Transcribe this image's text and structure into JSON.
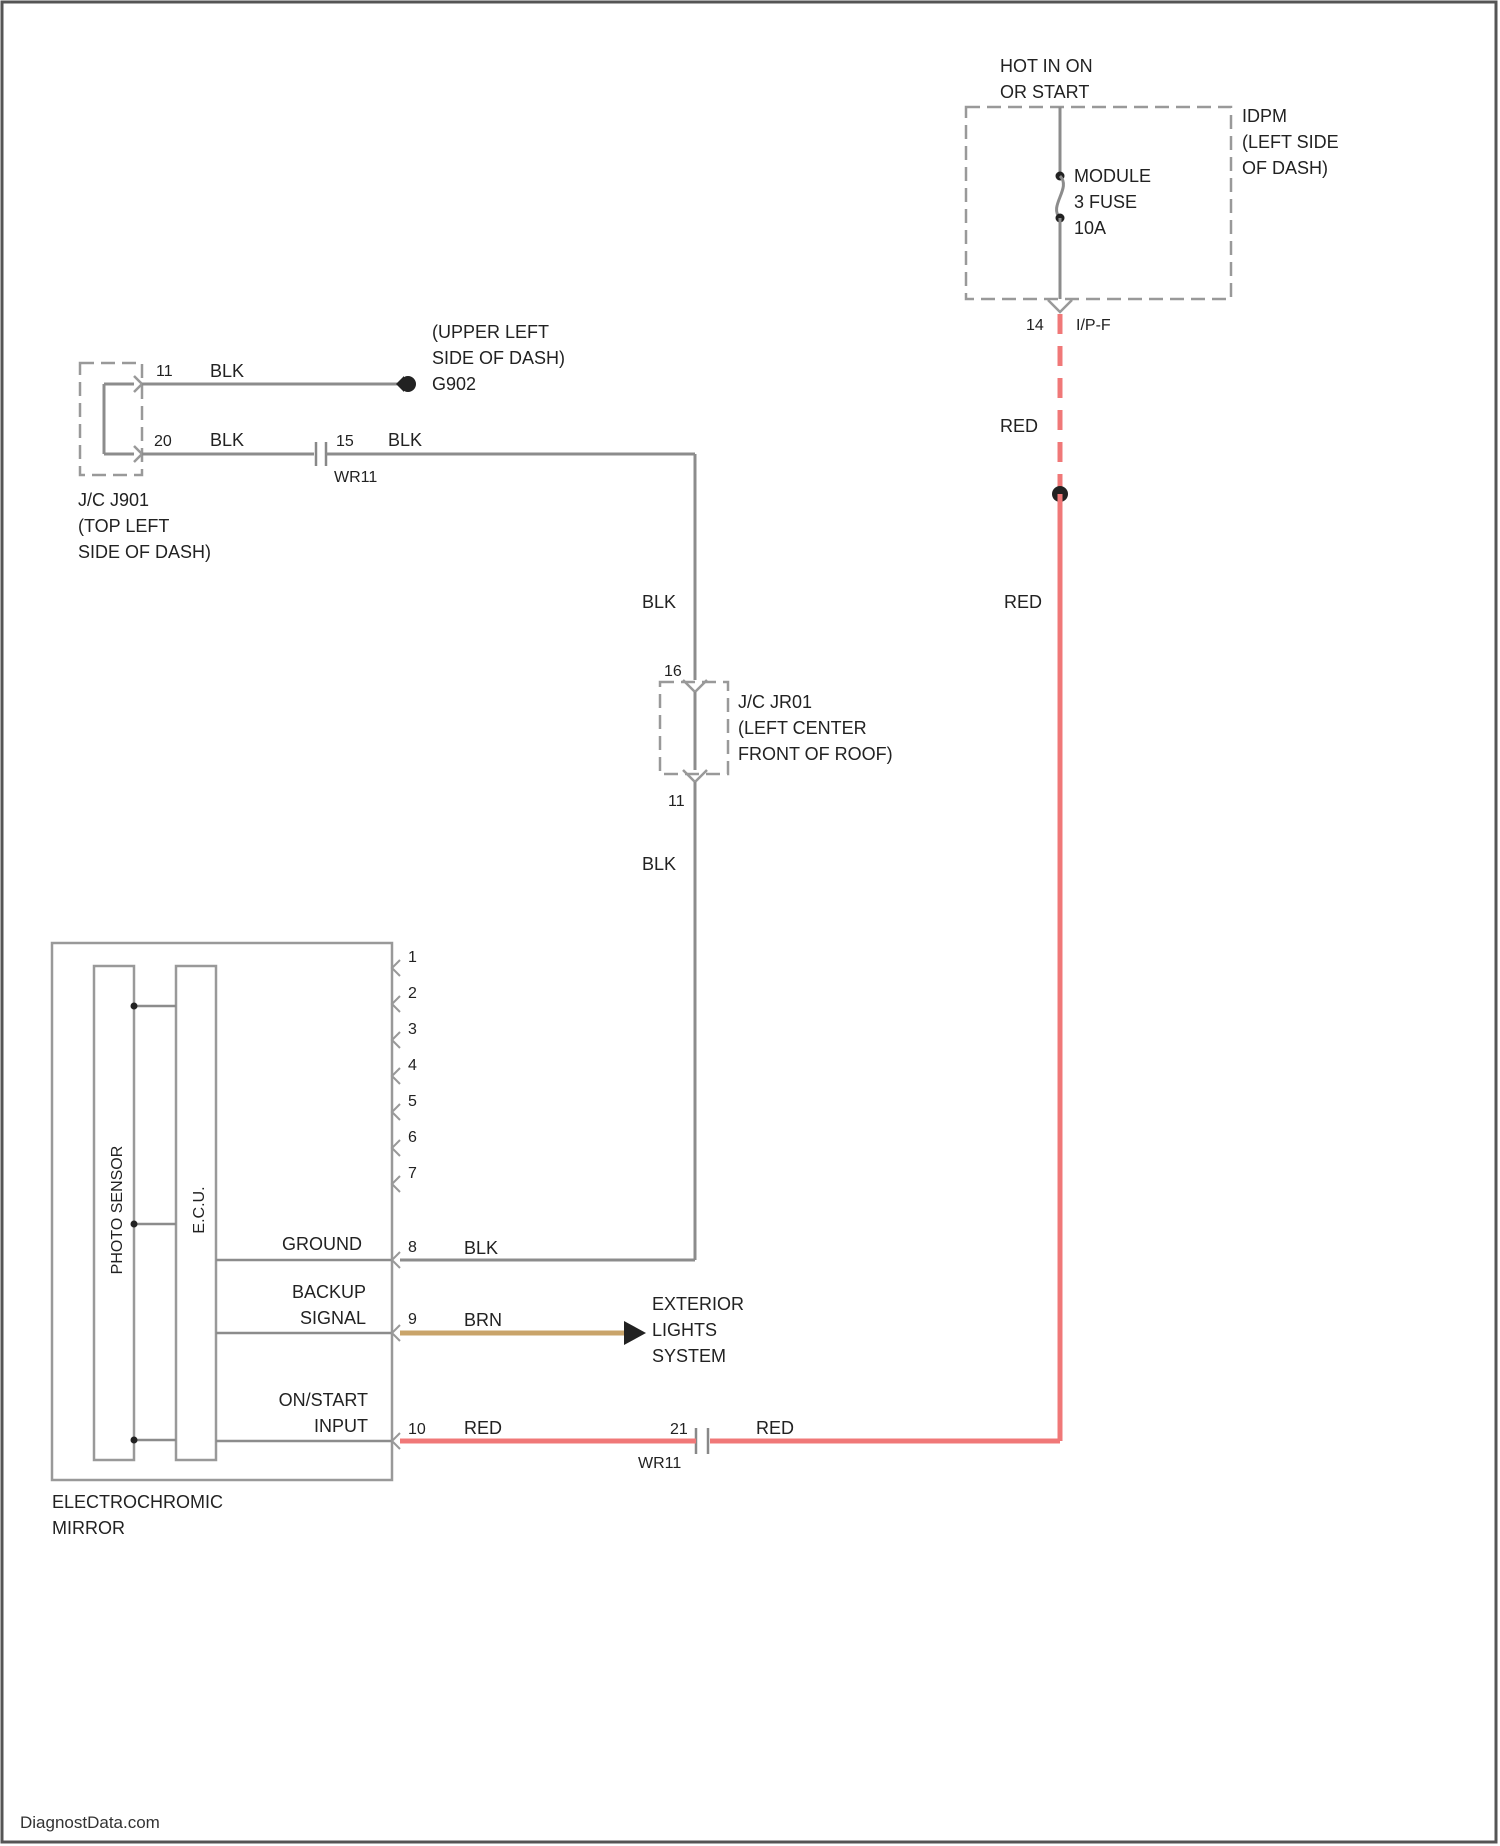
{
  "colors": {
    "blk_wire": "#8c8c8c",
    "red_wire": "#f07878",
    "brn_wire": "#c9a46a",
    "outline": "#999999",
    "text": "#222222"
  },
  "ipm": {
    "hot_label_1": "HOT IN ON",
    "hot_label_2": "OR START",
    "name": "IDPM",
    "location_1": "(LEFT SIDE",
    "location_2": "OF DASH)",
    "fuse_label_1": "MODULE",
    "fuse_label_2": "3 FUSE",
    "fuse_rating": "10A",
    "pin": "14",
    "connector": "I/P-F"
  },
  "ground": {
    "location_1": "(UPPER LEFT",
    "location_2": "SIDE OF DASH)",
    "name": "G902"
  },
  "jc_dash": {
    "name": "J/C J901",
    "location_1": "(TOP LEFT",
    "location_2": "SIDE OF DASH)",
    "pin_top": "11",
    "pin_bottom": "20"
  },
  "wire_colors": {
    "blk": "BLK",
    "red": "RED",
    "brn": "BRN"
  },
  "inline_1": {
    "pin": "15",
    "name": "WR11"
  },
  "jc_roof": {
    "name": "J/C JR01",
    "location_1": "(LEFT CENTER",
    "location_2": "FRONT OF ROOF)",
    "pin_top": "16",
    "pin_bottom": "11"
  },
  "inline_2": {
    "pin": "21",
    "name": "WR11"
  },
  "mirror": {
    "name_1": "ELECTROCHROMIC",
    "name_2": "MIRROR",
    "sensor_label": "PHOTO SENSOR",
    "ecu_label": "E.C.U.",
    "pins_unused": [
      "1",
      "2",
      "3",
      "4",
      "5",
      "6",
      "7"
    ],
    "ground_label": "GROUND",
    "ground_pin": "8",
    "backup_label_1": "BACKUP",
    "backup_label_2": "SIGNAL",
    "backup_pin": "9",
    "onstart_label_1": "ON/START",
    "onstart_label_2": "INPUT",
    "onstart_pin": "10"
  },
  "exterior": {
    "line_1": "EXTERIOR",
    "line_2": "LIGHTS",
    "line_3": "SYSTEM"
  },
  "footer": {
    "watermark": "DiagnostData.com"
  }
}
